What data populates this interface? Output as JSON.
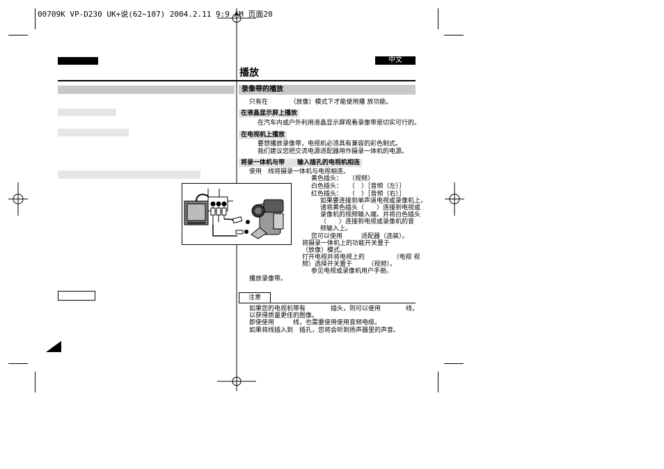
{
  "print_header": "00709K VP-D230 UK+说(62~107) 2004.2.11 9:9 AM 页面20",
  "lang_tab": "中文",
  "page_title": "播放",
  "section_title": "录像带的播放",
  "intro": "只有在　　　　（放像）模式下才能使用播 放功能。",
  "lcd": {
    "heading": "在液晶显示屏上播放",
    "text": "在汽车内或户外利用液晶显示屏观看录像带是切实可行的。"
  },
  "tv": {
    "heading": "在电视机上播放",
    "line1": "要想播放录像带，电视机必须具有兼容的彩色制式。",
    "line2": "我们建议您把交流电源适配器用作摄录一体机的电源。"
  },
  "connect": {
    "heading": "将录一体机与带　　输入插孔的电视机相连",
    "step1": "使用　线将摄录一体机与电视相连。",
    "yellow": "黄色插头：　　（视频）",
    "white": "白色插头：　　（　）［音频（左）］",
    "red": "红色插头：　　（　）［音频（右）］",
    "mono1": "如果要连接到单声道电视或录像机上，",
    "mono2": "请将黄色插头（　　）连接到电视或",
    "mono3": "录像机的视频输入端，并将白色插头",
    "mono4": "（　　）连接到电视或录像机的音",
    "mono5": "频输入上。",
    "adapter": "您可以使用　　　适配器（选装）。",
    "step2a": "将摄录一体机上的功能开关置于",
    "step2b": "（放像）模式。",
    "step3a": "打开电视并将电视上的　　　　　（电视 视",
    "step3b": "频）选择开关置于　　　（视频）。",
    "step3c": "参见电视或录像机用户手册。",
    "step4": "播放录像带。"
  },
  "notes": {
    "label": "注意",
    "n1": "如果您的电视机带有　　　　插头，则可以使用　　　　线，",
    "n1b": "以获得质量更佳的图像。",
    "n2": "即使使用　　　线，也需要使用使用音频电缆。",
    "n3": "如果将线插入到　插孔，您将会听到扬声器里的声音。"
  },
  "colors": {
    "black": "#000000",
    "gray_bar": "#c8c8c8",
    "light_bar": "#e3e3e3"
  }
}
